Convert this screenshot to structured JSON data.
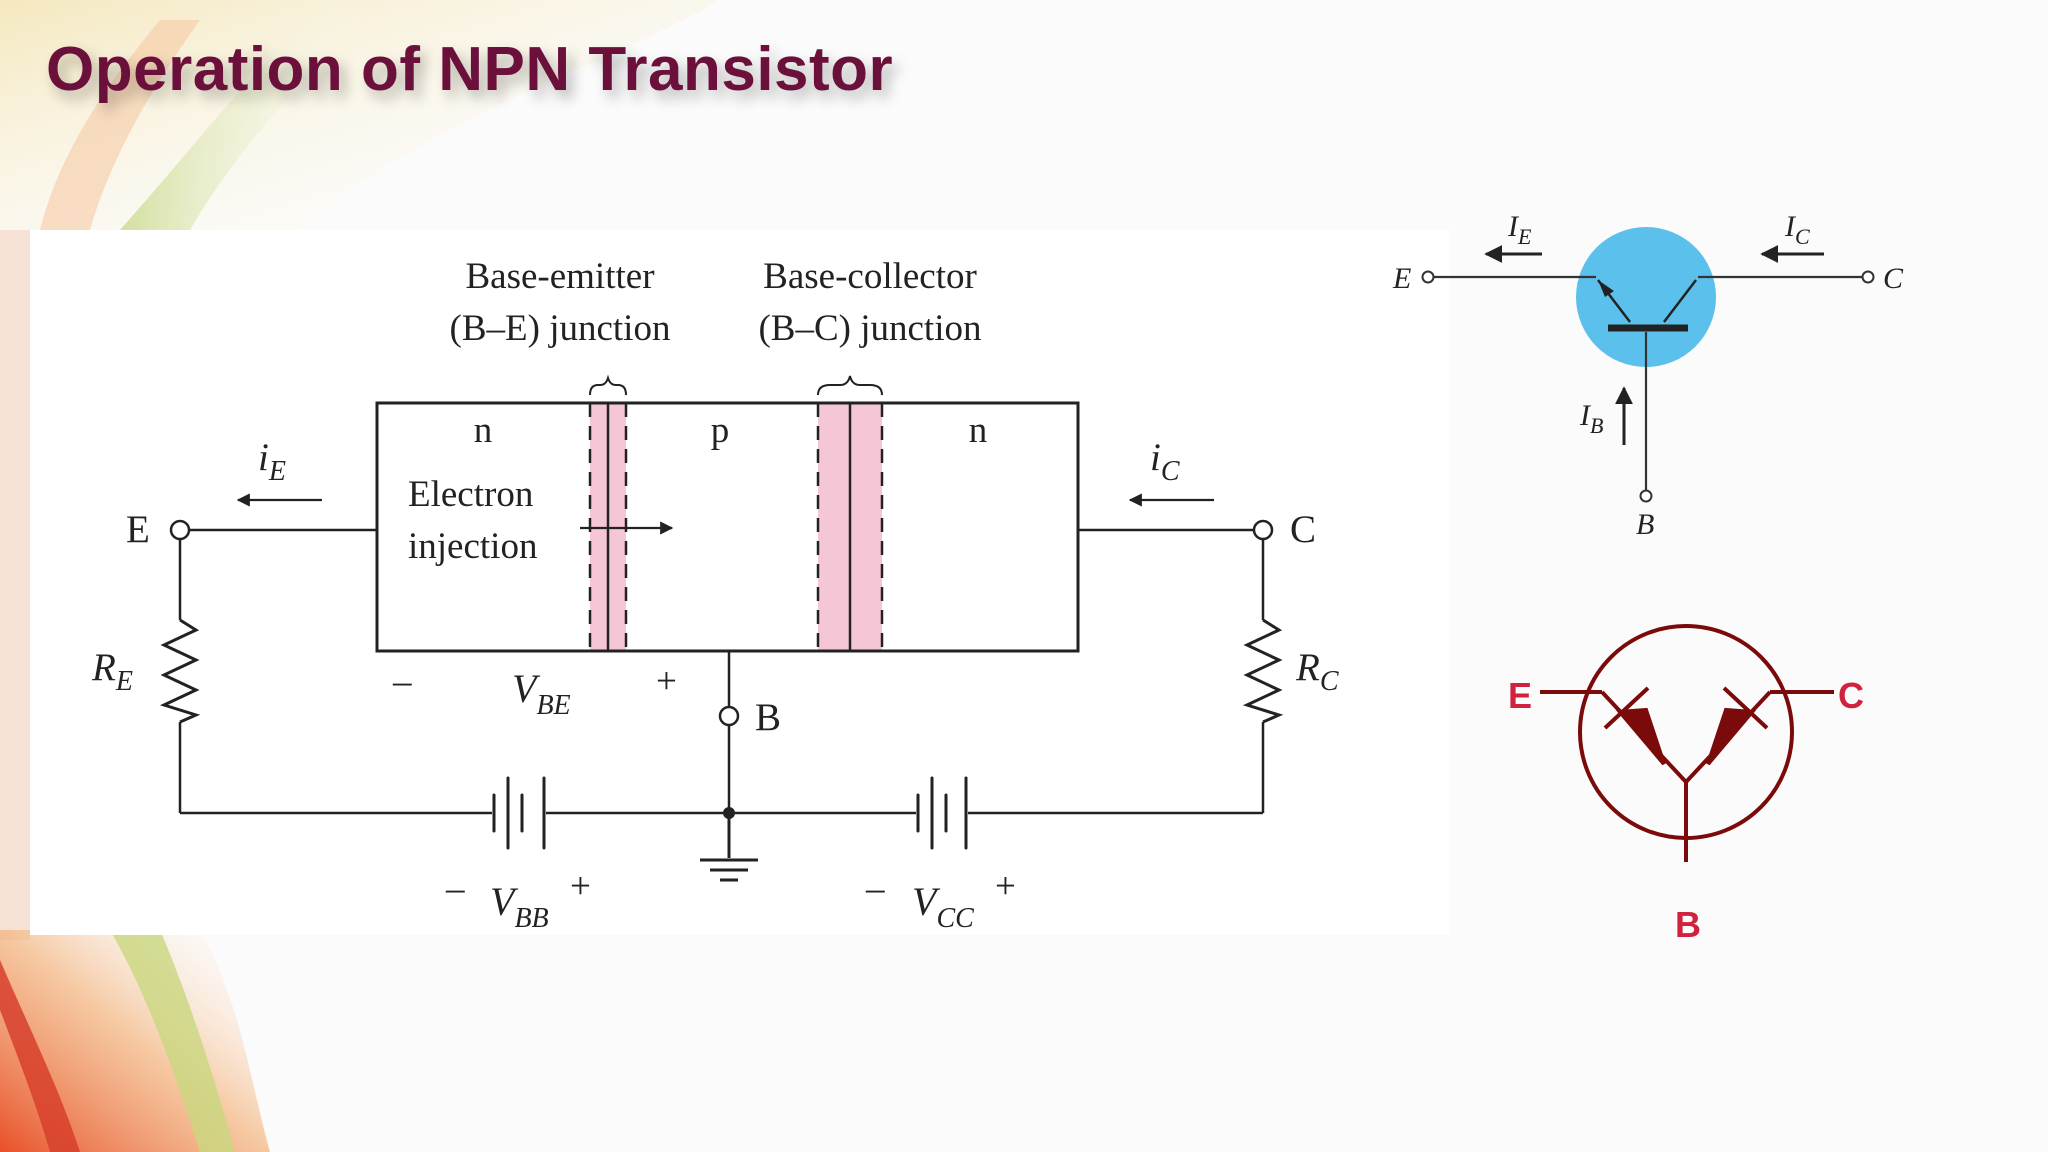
{
  "slide": {
    "title": "Operation of NPN Transistor"
  },
  "circuit": {
    "be_junction_line1": "Base-emitter",
    "be_junction_line2": "(B–E) junction",
    "bc_junction_line1": "Base-collector",
    "bc_junction_line2": "(B–C) junction",
    "region_n_left": "n",
    "region_p": "p",
    "region_n_right": "n",
    "electron_line1": "Electron",
    "electron_line2": "injection",
    "terminal_e": "E",
    "terminal_c": "C",
    "terminal_b": "B",
    "ie_main": "i",
    "ie_sub": "E",
    "ic_main": "i",
    "ic_sub": "C",
    "re_main": "R",
    "re_sub": "E",
    "rc_main": "R",
    "rc_sub": "C",
    "vbe_main": "V",
    "vbe_sub": "BE",
    "vbe_minus": "–",
    "vbe_plus": "+",
    "vbb_main": "V",
    "vbb_sub": "BB",
    "vbb_minus": "–",
    "vbb_plus": "+",
    "vcc_main": "V",
    "vcc_sub": "CC",
    "vcc_minus": "–",
    "vcc_plus": "+"
  },
  "symbol": {
    "e": "E",
    "c": "C",
    "b": "B",
    "ie_main": "I",
    "ie_sub": "E",
    "ic_main": "I",
    "ic_sub": "C",
    "ib_main": "I",
    "ib_sub": "B",
    "circle_color": "#5bc0eb"
  },
  "diode_model": {
    "e": "E",
    "c": "C",
    "b": "B",
    "color": "#7b0a0a",
    "label_color": "#d0213d"
  }
}
